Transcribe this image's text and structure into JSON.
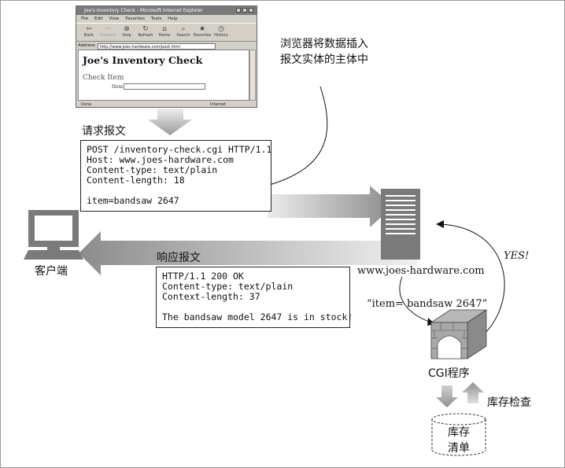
{
  "browser": {
    "title": "Joe's Inventory Check - Microsoft Internet Explorer",
    "menu": [
      "File",
      "Edit",
      "View",
      "Favorites",
      "Tools",
      "Help"
    ],
    "toolbar": [
      "Back",
      "Forward",
      "Stop",
      "Refresh",
      "Home",
      "Search",
      "Favorites",
      "History"
    ],
    "address_label": "Address",
    "address": "http://www.joes-hardware.com/post.html",
    "page_heading": "Joe's Inventory Check",
    "form_title": "Check Item",
    "field_label": "Item",
    "status_left": "Done",
    "status_right": "Internet"
  },
  "labels": {
    "browser_inserts_line1": "浏览器将数据插入",
    "browser_inserts_line2": "报文实体的主体中",
    "request_message": "请求报文",
    "response_message": "响应报文",
    "client": "客户端",
    "server": "www.joes-hardware.com",
    "cgi_input": "“item= bandsaw 2647”",
    "yes": "YES!",
    "cgi_program": "CGI程序",
    "inventory_check": "库存检查",
    "inventory_list_line1": "库存",
    "inventory_list_line2": "清单"
  },
  "request": {
    "lines": [
      "POST /inventory-check.cgi HTTP/1.1",
      "Host: www.joes-hardware.com",
      "Content-type: text/plain",
      "Content-length: 18"
    ],
    "body": "item=bandsaw 2647"
  },
  "response": {
    "lines": [
      "HTTP/1.1 200 OK",
      "Content-type: text/plain",
      "Context-length: 37"
    ],
    "body": "The bandsaw model 2647 is in stock!"
  },
  "colors": {
    "arrow_dark": "#8c8c8c",
    "arrow_light": "#e8e8e8",
    "device_gray": "#777777"
  }
}
